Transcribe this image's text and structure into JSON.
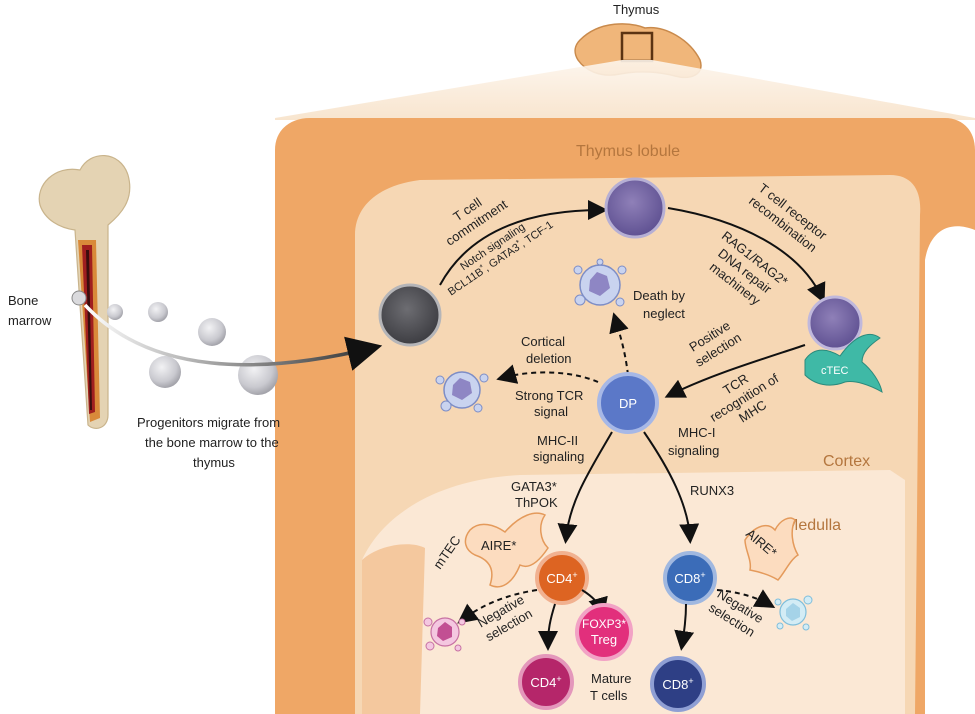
{
  "organ": {
    "label": "Thymus"
  },
  "lobule": {
    "label": "Thymus lobule"
  },
  "regions": {
    "cortex": "Cortex",
    "medulla": "Medulla"
  },
  "bone": {
    "label_line1": "Bone",
    "label_line2": "marrow"
  },
  "migration": {
    "line1": "Progenitors migrate from",
    "line2": "the bone marrow to the",
    "line3": "thymus"
  },
  "commitment": {
    "line1": "T cell",
    "line2": "commitment",
    "notch": "Notch signaling",
    "factors_a": "BCL11B",
    "factors_b": ", GATA3",
    "factors_c": ", TCF-1",
    "star": "*"
  },
  "recombination": {
    "line1": "T cell receptor",
    "line2": "recombination",
    "line3": "RAG1/RAG2*",
    "line4": "DNA repair",
    "line5": "machinery"
  },
  "neglect": {
    "line1": "Death by",
    "line2": "neglect"
  },
  "cortical_deletion": {
    "line1": "Cortical",
    "line2": "deletion",
    "line3": "Strong TCR",
    "line4": "signal"
  },
  "positive": {
    "line1": "Positive",
    "line2": "selection",
    "line3": "TCR",
    "line4": "recognition of",
    "line5": "MHC"
  },
  "ctec": "cTEC",
  "dp": "DP",
  "mhc2": {
    "line1": "MHC-II",
    "line2": "signaling",
    "tf1": "GATA3*",
    "tf2": "ThPOK"
  },
  "mhc1": {
    "line1": "MHC-I",
    "line2": "signaling",
    "tf": "RUNX3"
  },
  "mtec": "mTEC",
  "aire": "AIRE*",
  "cd4": {
    "base": "CD4",
    "sup": "+"
  },
  "cd8": {
    "base": "CD8",
    "sup": "+"
  },
  "treg": {
    "line1": "FOXP3*",
    "line2": "Treg"
  },
  "negative": {
    "line1": "Negative",
    "line2": "selection"
  },
  "mature": {
    "line1": "Mature",
    "line2": "T cells"
  },
  "colors": {
    "lobule_outer": "#efa766",
    "lobule_inner": "#f6d7b4",
    "medulla": "#fbe8d5",
    "cortex_text": "#b4763e",
    "dp_cell": "#5b78c8",
    "cd4_cell": "#dd6422",
    "cd8_cell": "#3b6cb8",
    "treg_cell": "#e22f7c",
    "mature_cd4": "#b5266a",
    "mature_cd8": "#2e3f85",
    "ctec": "#3fb9a6"
  }
}
